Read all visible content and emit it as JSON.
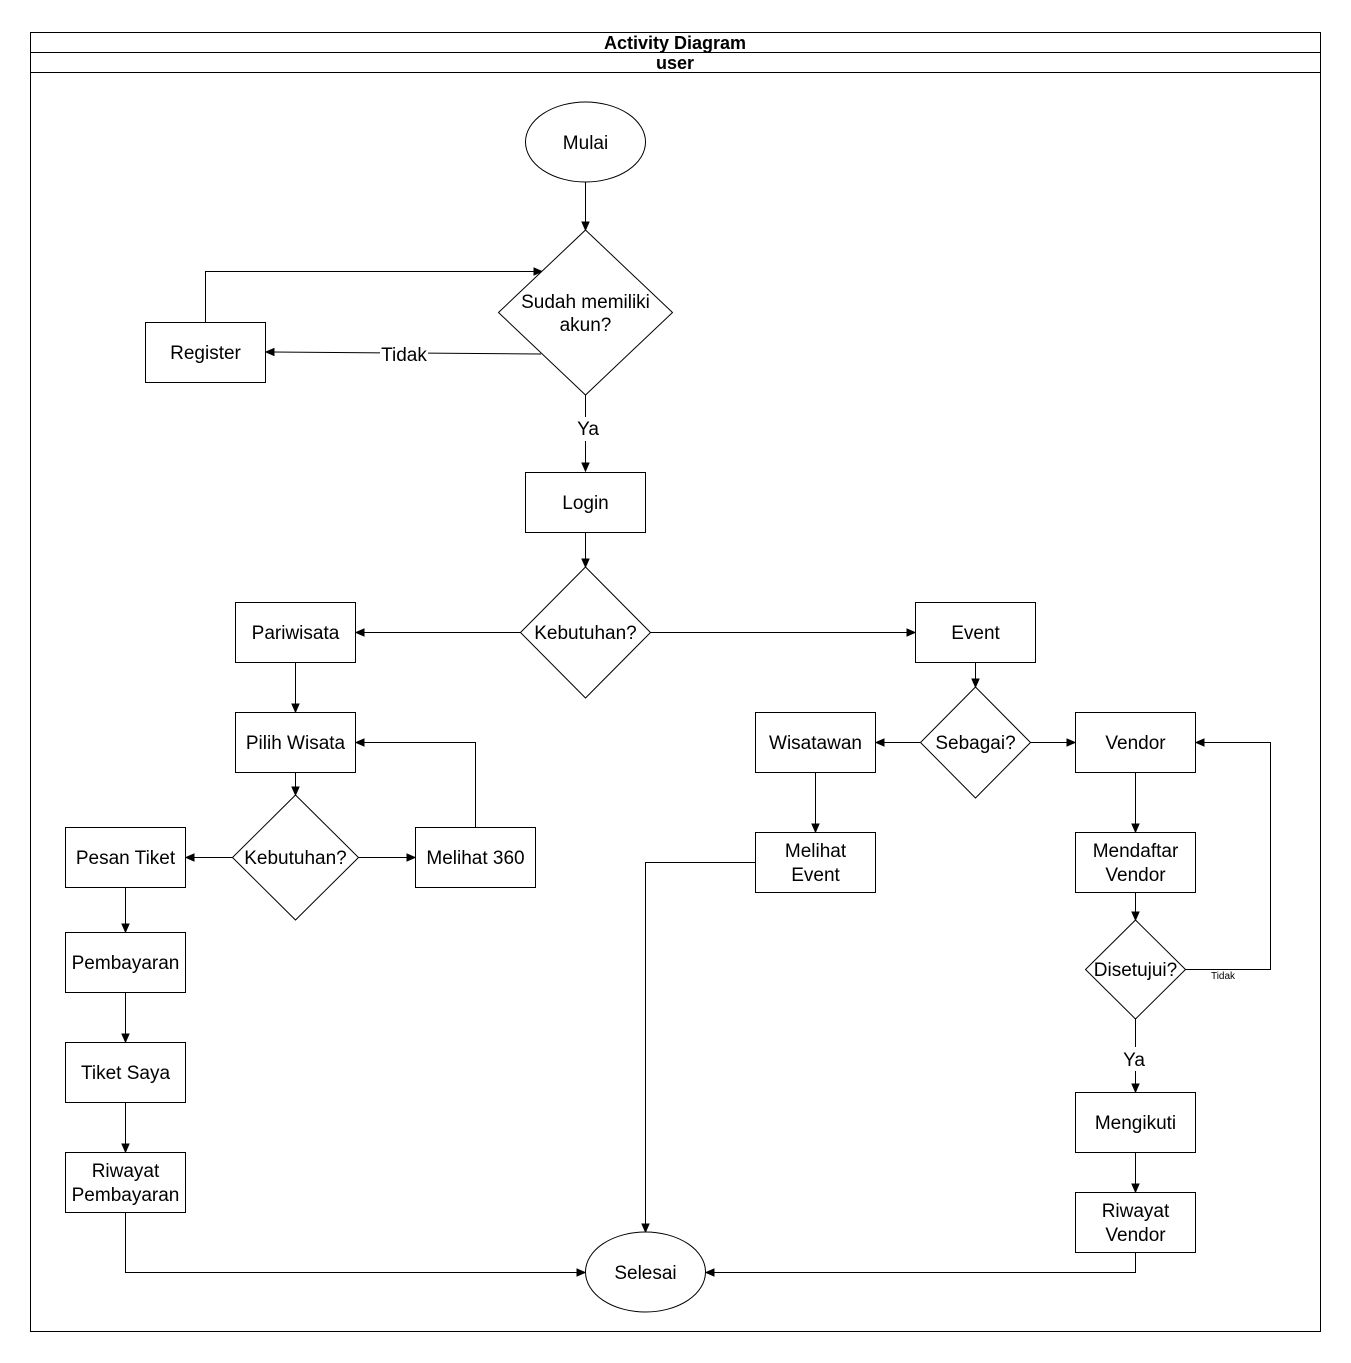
{
  "diagram": {
    "title": "Activity Diagram",
    "lane": "user"
  },
  "nodes": {
    "mulai": "Mulai",
    "sudah_memiliki_akun_line1": "Sudah memiliki",
    "sudah_memiliki_akun_line2": "akun?",
    "register": "Register",
    "login": "Login",
    "kebutuhan_main": "Kebutuhan?",
    "pariwisata": "Pariwisata",
    "pilih_wisata": "Pilih Wisata",
    "kebutuhan_wisata": "Kebutuhan?",
    "pesan_tiket": "Pesan Tiket",
    "melihat_360": "Melihat 360",
    "pembayaran": "Pembayaran",
    "tiket_saya": "Tiket Saya",
    "riwayat_pembayaran_line1": "Riwayat",
    "riwayat_pembayaran_line2": "Pembayaran",
    "event": "Event",
    "sebagai": "Sebagai?",
    "wisatawan": "Wisatawan",
    "vendor": "Vendor",
    "melihat_event_line1": "Melihat",
    "melihat_event_line2": "Event",
    "mendaftar_vendor_line1": "Mendaftar",
    "mendaftar_vendor_line2": "Vendor",
    "disetujui": "Disetujui?",
    "mengikuti": "Mengikuti",
    "riwayat_vendor_line1": "Riwayat",
    "riwayat_vendor_line2": "Vendor",
    "selesai": "Selesai"
  },
  "edge_labels": {
    "tidak_register": "Tidak",
    "ya_login": "Ya",
    "tidak_vendor": "Tidak",
    "ya_mengikuti": "Ya"
  }
}
